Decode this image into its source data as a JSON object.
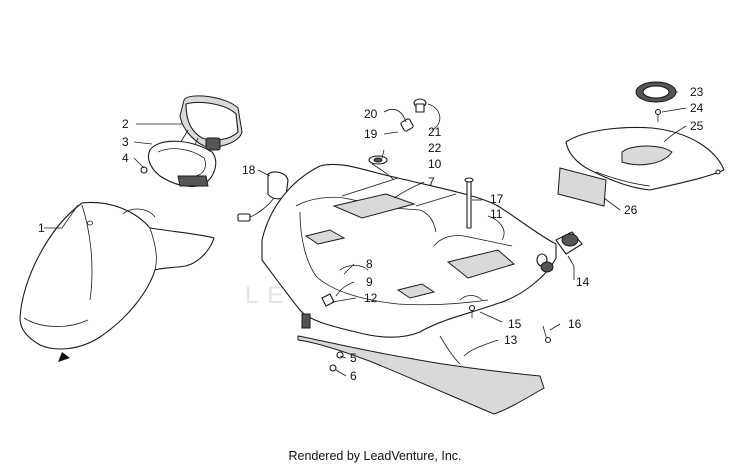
{
  "watermark": "LEADVENTURE",
  "footer": "Rendered by LeadVenture, Inc.",
  "callouts": [
    "1",
    "2",
    "3",
    "4",
    "5",
    "6",
    "7",
    "8",
    "9",
    "10",
    "11",
    "12",
    "13",
    "14",
    "15",
    "16",
    "17",
    "18",
    "19",
    "20",
    "21",
    "22",
    "23",
    "24",
    "25",
    "26"
  ]
}
